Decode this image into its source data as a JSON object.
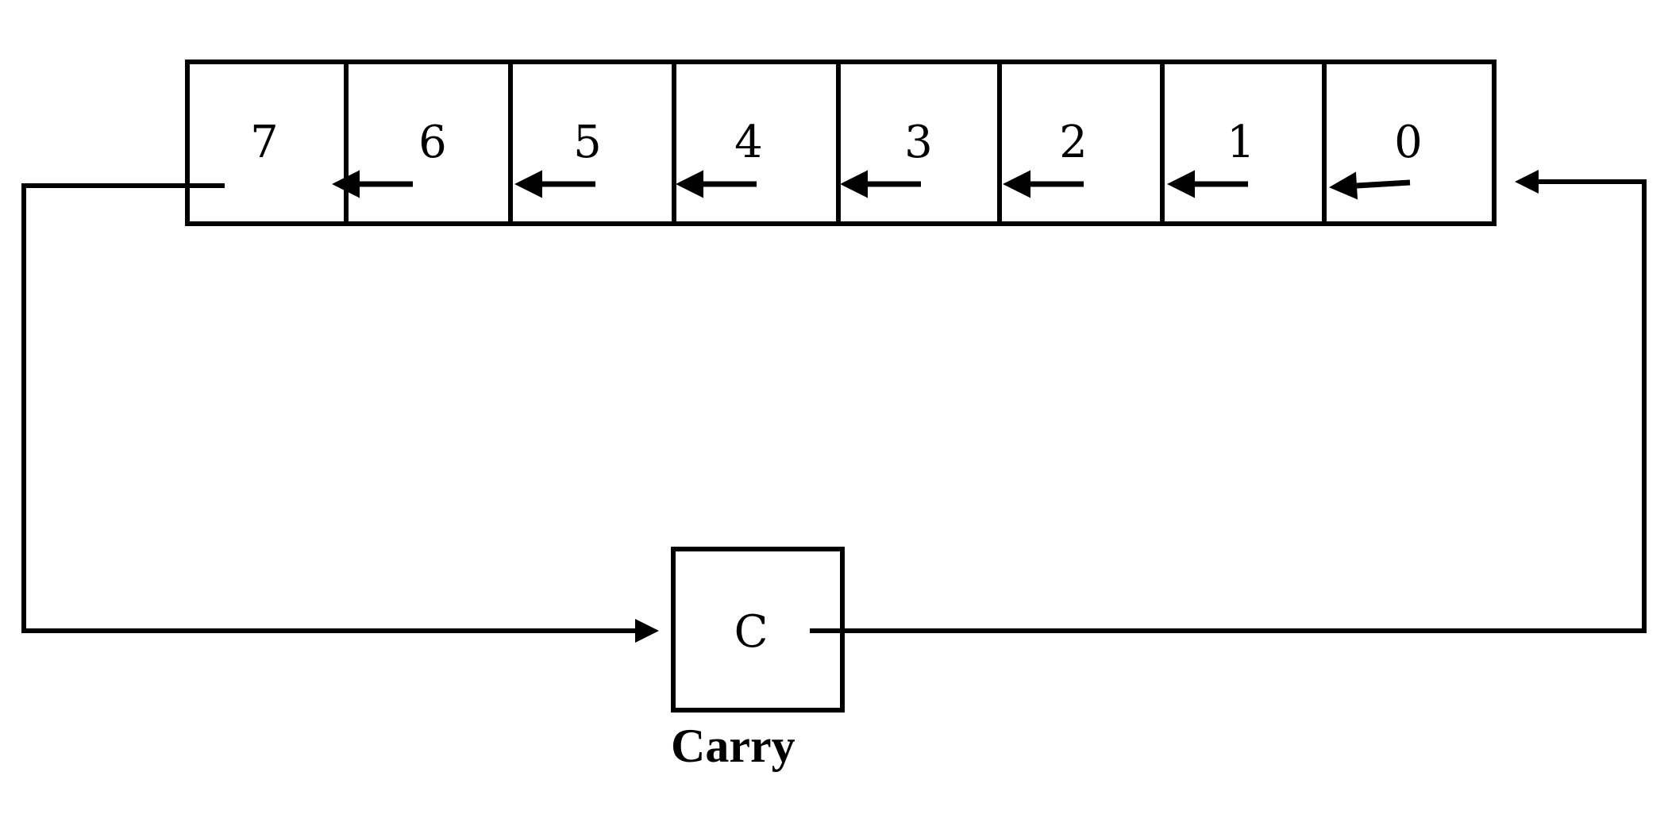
{
  "register": {
    "bits": [
      "7",
      "6",
      "5",
      "4",
      "3",
      "2",
      "1",
      "0"
    ]
  },
  "carry": {
    "symbol": "C",
    "label": "Carry"
  },
  "colors": {
    "ink": "#000000",
    "background": "#ffffff"
  }
}
